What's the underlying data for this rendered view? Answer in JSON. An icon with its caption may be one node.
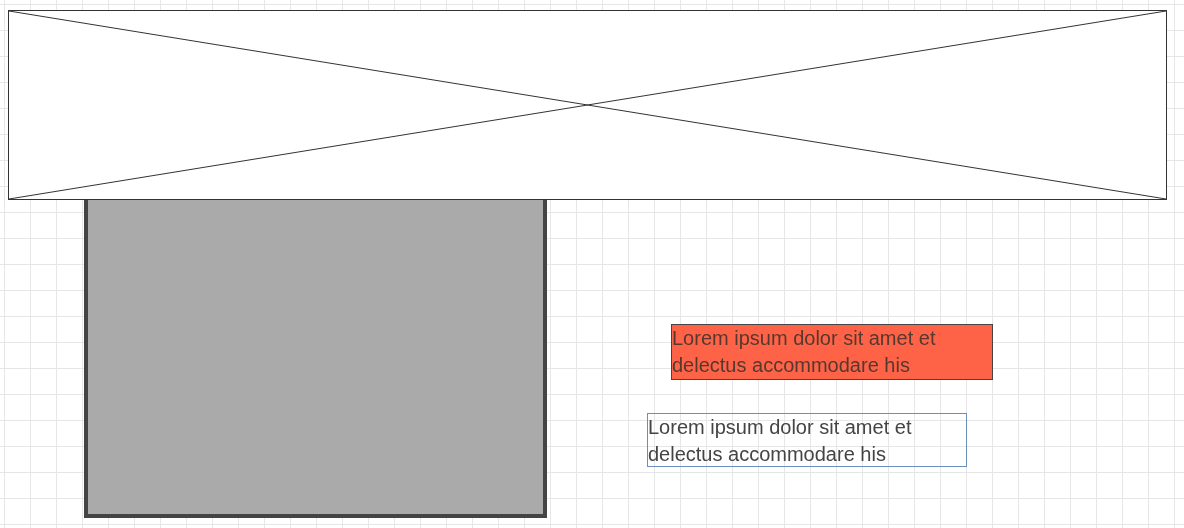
{
  "diagram": {
    "nodes": [
      {
        "text": [],
        "shape": "box"
      },
      {
        "text": [],
        "shape": "box"
      },
      {
        "text": [
          "Lorem ipsum dolor sit amet et delectus accommodare his"
        ]
      },
      {
        "text": [
          "Lorem ipsum dolor sit amet et delectus accommodare his"
        ]
      }
    ]
  }
}
